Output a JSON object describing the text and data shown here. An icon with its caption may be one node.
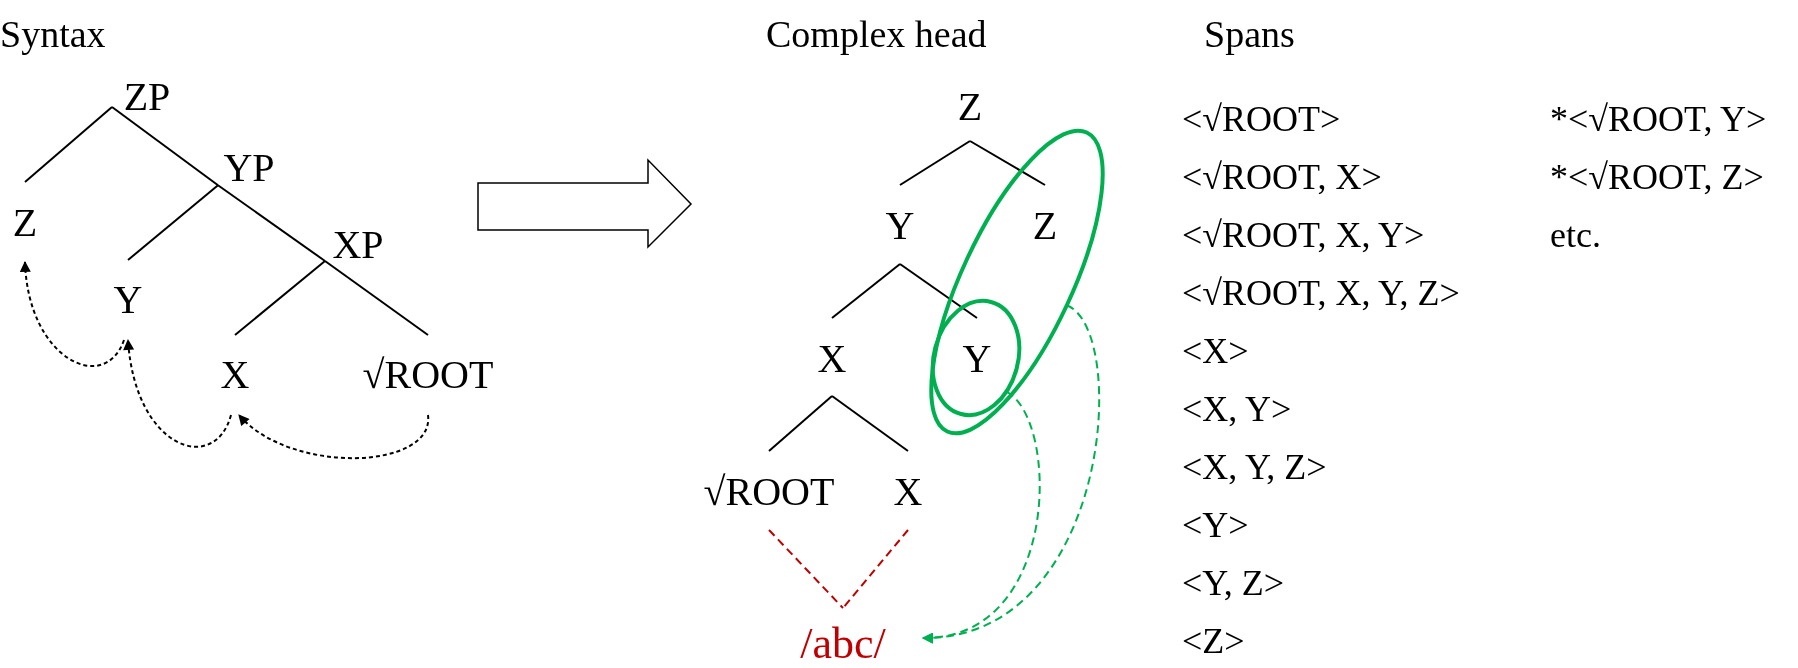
{
  "diagram": {
    "nodes": [
      {
        "text": [
          "ZP"
        ]
      },
      {
        "text": [
          "YP"
        ]
      },
      {
        "text": [
          "XP"
        ]
      },
      {
        "text": [
          "Z"
        ]
      },
      {
        "text": [
          "Y"
        ]
      },
      {
        "text": [
          "X"
        ]
      },
      {
        "text": [
          "√ROOT"
        ]
      },
      {
        "text": [
          "Z"
        ]
      },
      {
        "text": [
          "Y"
        ]
      },
      {
        "text": [],
        "shape": "ellipse"
      },
      {
        "text": [
          "Z"
        ],
        "in": 9
      },
      {
        "text": [
          "X"
        ]
      },
      {
        "text": [],
        "shape": "ellipse",
        "in": 9
      },
      {
        "text": [
          "Y"
        ],
        "in": 12
      },
      {
        "text": [
          "√ROOT"
        ]
      },
      {
        "text": [
          "X"
        ]
      },
      {
        "text": [
          "/abc/"
        ]
      }
    ],
    "edges": [
      {
        "from": 0,
        "to": 3,
        "arrow": "none"
      },
      {
        "from": 0,
        "to": 1,
        "arrow": "none"
      },
      {
        "from": 1,
        "to": 4,
        "arrow": "none"
      },
      {
        "from": 1,
        "to": 2,
        "arrow": "none"
      },
      {
        "from": 2,
        "to": 5,
        "arrow": "none"
      },
      {
        "from": 2,
        "to": 6,
        "arrow": "none"
      },
      {
        "from": 6,
        "to": 5,
        "arrow": "to",
        "style": "dashed"
      },
      {
        "from": 5,
        "to": 4,
        "arrow": "to",
        "style": "dashed"
      },
      {
        "from": 4,
        "to": 3,
        "arrow": "to",
        "style": "dashed"
      },
      {
        "from": 7,
        "to": 8,
        "arrow": "none"
      },
      {
        "from": 7,
        "to": 10,
        "arrow": "none"
      },
      {
        "from": 8,
        "to": 11,
        "arrow": "none"
      },
      {
        "from": 8,
        "to": 13,
        "arrow": "none"
      },
      {
        "from": 11,
        "to": 14,
        "arrow": "none"
      },
      {
        "from": 11,
        "to": 15,
        "arrow": "none"
      },
      {
        "from": 14,
        "to": 16,
        "arrow": "none",
        "style": "dashed",
        "color": "#c00000"
      },
      {
        "from": 15,
        "to": 16,
        "arrow": "none",
        "style": "dashed",
        "color": "#c00000"
      },
      {
        "from": 9,
        "to": 16,
        "arrow": "to",
        "style": "dashed",
        "color": "#00b050"
      },
      {
        "from": 12,
        "to": 16,
        "arrow": "to",
        "style": "dashed",
        "color": "#00b050"
      }
    ],
    "labels": [
      "Syntax",
      "Complex head",
      "Spans",
      "<√ROOT>",
      "*<√ROOT, Y>",
      "<√ROOT, X>",
      "*<√ROOT, Z>",
      "<√ROOT, X, Y>",
      "etc.",
      "<√ROOT, X, Y, Z>",
      "<X>",
      "<X, Y>",
      "<X, Y, Z>",
      "<Y>",
      "<Y, Z>",
      "<Z>"
    ]
  }
}
